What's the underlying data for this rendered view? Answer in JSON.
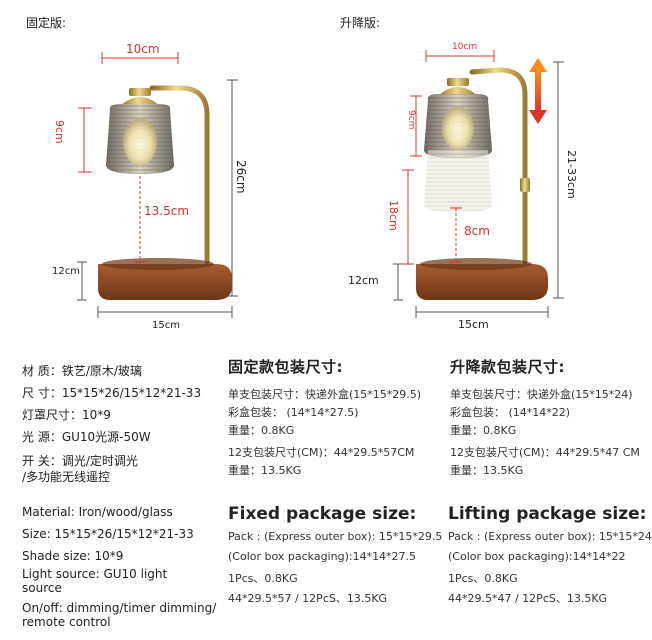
{
  "fixed": {
    "label": "固定版:",
    "dim_width": "10cm",
    "dim_shade_h": "9cm",
    "dim_inner": "13.5cm",
    "dim_total_h": "26cm",
    "dim_base_h": "12cm",
    "dim_base_w": "15cm"
  },
  "lift": {
    "label": "升降版:",
    "dim_width": "10cm",
    "dim_shade_h": "9cm",
    "dim_inner": "8cm",
    "dim_lift": "18cm",
    "dim_total_h": "21-33cm",
    "dim_base_h": "12cm",
    "dim_base_w": "15cm"
  },
  "spec_cn": {
    "material": "材 质：铁艺/原木/玻璃",
    "size": "尺 寸：15*15*26/15*12*21-33",
    "shade": "灯罩尺寸：10*9",
    "light": "光 源：GU10光源-50W",
    "switch_1": "开 关：调光/定时调光",
    "switch_2": "/多功能无线遥控"
  },
  "fixed_pack_cn": {
    "title": "固定款包装尺寸:",
    "lines": [
      "单支包装尺寸：快递外盒(15*15*29.5)",
      "彩盒包装：   (14*14*27.5)",
      "重量：0.8KG",
      "12支包装尺寸(CM)：44*29.5*57CM",
      "重量：13.5KG"
    ]
  },
  "lift_pack_cn": {
    "title": "升降款包装尺寸:",
    "lines": [
      "单支包装尺寸：快递外盒(15*15*24)",
      "彩盒包装：   (14*14*22)",
      "重量：0.8KG",
      "12支包装尺寸(CM)：44*29.5*47 CM",
      "重量：13.5KG"
    ]
  },
  "spec_en": {
    "material": "Material:  Iron/wood/glass",
    "size": "Size:  15*15*26/15*12*21-33",
    "shade": "Shade size:  10*9",
    "light_1": "Light source:   GU10 light",
    "light_2": "source",
    "onoff_1": "On/off: dimming/timer dimming/",
    "onoff_2": "remote control"
  },
  "fixed_pack_en": {
    "title": "Fixed package size:",
    "lines": [
      "Pack : (Express outer box):  15*15*29.5",
      "(Color box packaging):14*14*27.5",
      "1Pcs、0.8KG",
      "44*29.5*57 / 12PcS、13.5KG"
    ]
  },
  "lift_pack_en": {
    "title": "Lifting package size:",
    "lines": [
      "Pack : (Express outer box):  15*15*24",
      "(Color box packaging):14*14*22",
      "1Pcs、0.8KG",
      "44*29.5*47 / 12PcS、13.5KG"
    ]
  },
  "colors": {
    "accent_red": "#e0302a",
    "brass": "#c9a548",
    "wood": "#8a4a26"
  }
}
